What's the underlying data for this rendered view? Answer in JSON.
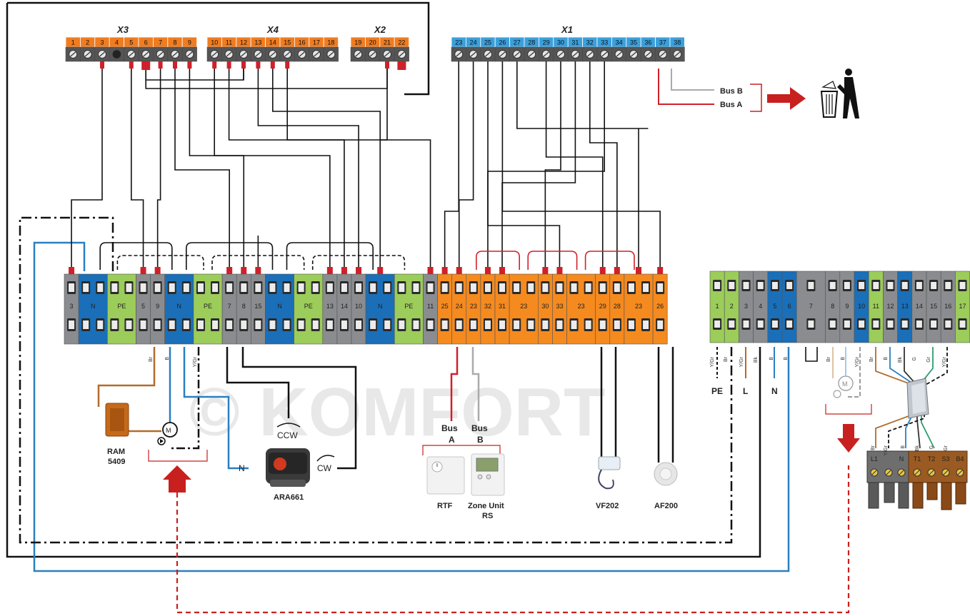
{
  "watermark": "© KOMFORT",
  "connectors": {
    "x3": {
      "title": "X3",
      "pins": [
        "1",
        "2",
        "3",
        "4",
        "5",
        "6",
        "7",
        "8",
        "9"
      ]
    },
    "x4": {
      "title": "X4",
      "pins": [
        "10",
        "11",
        "12",
        "13",
        "14",
        "15",
        "16",
        "17",
        "18"
      ]
    },
    "x2": {
      "title": "X2",
      "pins": [
        "19",
        "20",
        "21",
        "22"
      ]
    },
    "x1": {
      "title": "X1",
      "pins": [
        "23",
        "24",
        "25",
        "26",
        "27",
        "28",
        "29",
        "30",
        "31",
        "32",
        "33",
        "34",
        "35",
        "36",
        "37",
        "38"
      ]
    }
  },
  "main_strip": {
    "terminals": [
      {
        "label": "3",
        "color": "grey"
      },
      {
        "label": "N",
        "color": "blue",
        "w": 2
      },
      {
        "label": "PE",
        "color": "green",
        "w": 2
      },
      {
        "label": "5",
        "color": "grey"
      },
      {
        "label": "9",
        "color": "grey"
      },
      {
        "label": "N",
        "color": "blue",
        "w": 2
      },
      {
        "label": "PE",
        "color": "green",
        "w": 2
      },
      {
        "label": "7",
        "color": "grey"
      },
      {
        "label": "8",
        "color": "grey"
      },
      {
        "label": "15",
        "color": "grey"
      },
      {
        "label": "N",
        "color": "blue",
        "w": 2
      },
      {
        "label": "PE",
        "color": "green",
        "w": 2
      },
      {
        "label": "13",
        "color": "grey"
      },
      {
        "label": "14",
        "color": "grey"
      },
      {
        "label": "10",
        "color": "grey"
      },
      {
        "label": "N",
        "color": "blue",
        "w": 2
      },
      {
        "label": "PE",
        "color": "green",
        "w": 2
      },
      {
        "label": "11",
        "color": "grey"
      },
      {
        "label": "25",
        "color": "orange"
      },
      {
        "label": "24",
        "color": "orange"
      },
      {
        "label": "23",
        "color": "orange"
      },
      {
        "label": "32",
        "color": "orange"
      },
      {
        "label": "31",
        "color": "orange"
      },
      {
        "label": "23",
        "color": "orange",
        "w": 2
      },
      {
        "label": "30",
        "color": "orange"
      },
      {
        "label": "33",
        "color": "orange"
      },
      {
        "label": "23",
        "color": "orange",
        "w": 2
      },
      {
        "label": "29",
        "color": "orange"
      },
      {
        "label": "28",
        "color": "orange"
      },
      {
        "label": "23",
        "color": "orange",
        "w": 2
      },
      {
        "label": "26",
        "color": "orange"
      }
    ]
  },
  "right_strip": {
    "terminals": [
      {
        "label": "1",
        "color": "green"
      },
      {
        "label": "2",
        "color": "green"
      },
      {
        "label": "3",
        "color": "grey"
      },
      {
        "label": "4",
        "color": "grey"
      },
      {
        "label": "5",
        "color": "blue"
      },
      {
        "label": "6",
        "color": "blue"
      },
      {
        "label": "7",
        "color": "grey",
        "w": 2
      },
      {
        "label": "8",
        "color": "grey"
      },
      {
        "label": "9",
        "color": "grey"
      },
      {
        "label": "10",
        "color": "blue"
      },
      {
        "label": "11",
        "color": "green"
      },
      {
        "label": "12",
        "color": "grey"
      },
      {
        "label": "13",
        "color": "blue"
      },
      {
        "label": "14",
        "color": "grey"
      },
      {
        "label": "15",
        "color": "grey"
      },
      {
        "label": "16",
        "color": "grey"
      },
      {
        "label": "17",
        "color": "green"
      }
    ]
  },
  "wire_codes": {
    "br": "Br",
    "b": "B",
    "ygr": "Y/Gr",
    "bk": "Bk",
    "g": "G",
    "gr": "Gr"
  },
  "labels": {
    "pe": "PE",
    "l": "L",
    "n": "N",
    "bus_b": "Bus B",
    "bus_a": "Bus A",
    "bus_a_top": "Bus",
    "bus_a_bot": "A",
    "bus_b_top": "Bus",
    "bus_b_bot": "B",
    "ccw": "CCW",
    "cw": "CW",
    "n_motor": "N",
    "m": "M"
  },
  "devices": {
    "ram_line1": "RAM",
    "ram_line2": "5409",
    "ara": "ARA661",
    "rtf": "RTF",
    "zone_line1": "Zone Unit",
    "zone_line2": "RS",
    "vf": "VF202",
    "af": "AF200"
  },
  "plug": {
    "pins_left": [
      "L1",
      "N"
    ],
    "pins_right": [
      "T1",
      "T2",
      "S3",
      "B4"
    ]
  },
  "colors": {
    "grey": "#8a8c8f",
    "blue": "#1a6fb8",
    "green": "#9ccc5a",
    "orange": "#f58a1f",
    "x_orange": "#f07c20",
    "x_blue": "#3aa0dc",
    "red": "#d0202a",
    "brown": "#b36b2a",
    "bluewire": "#2a7fc0",
    "greenwire": "#2e9e6e",
    "arrow": "#c8201e"
  }
}
